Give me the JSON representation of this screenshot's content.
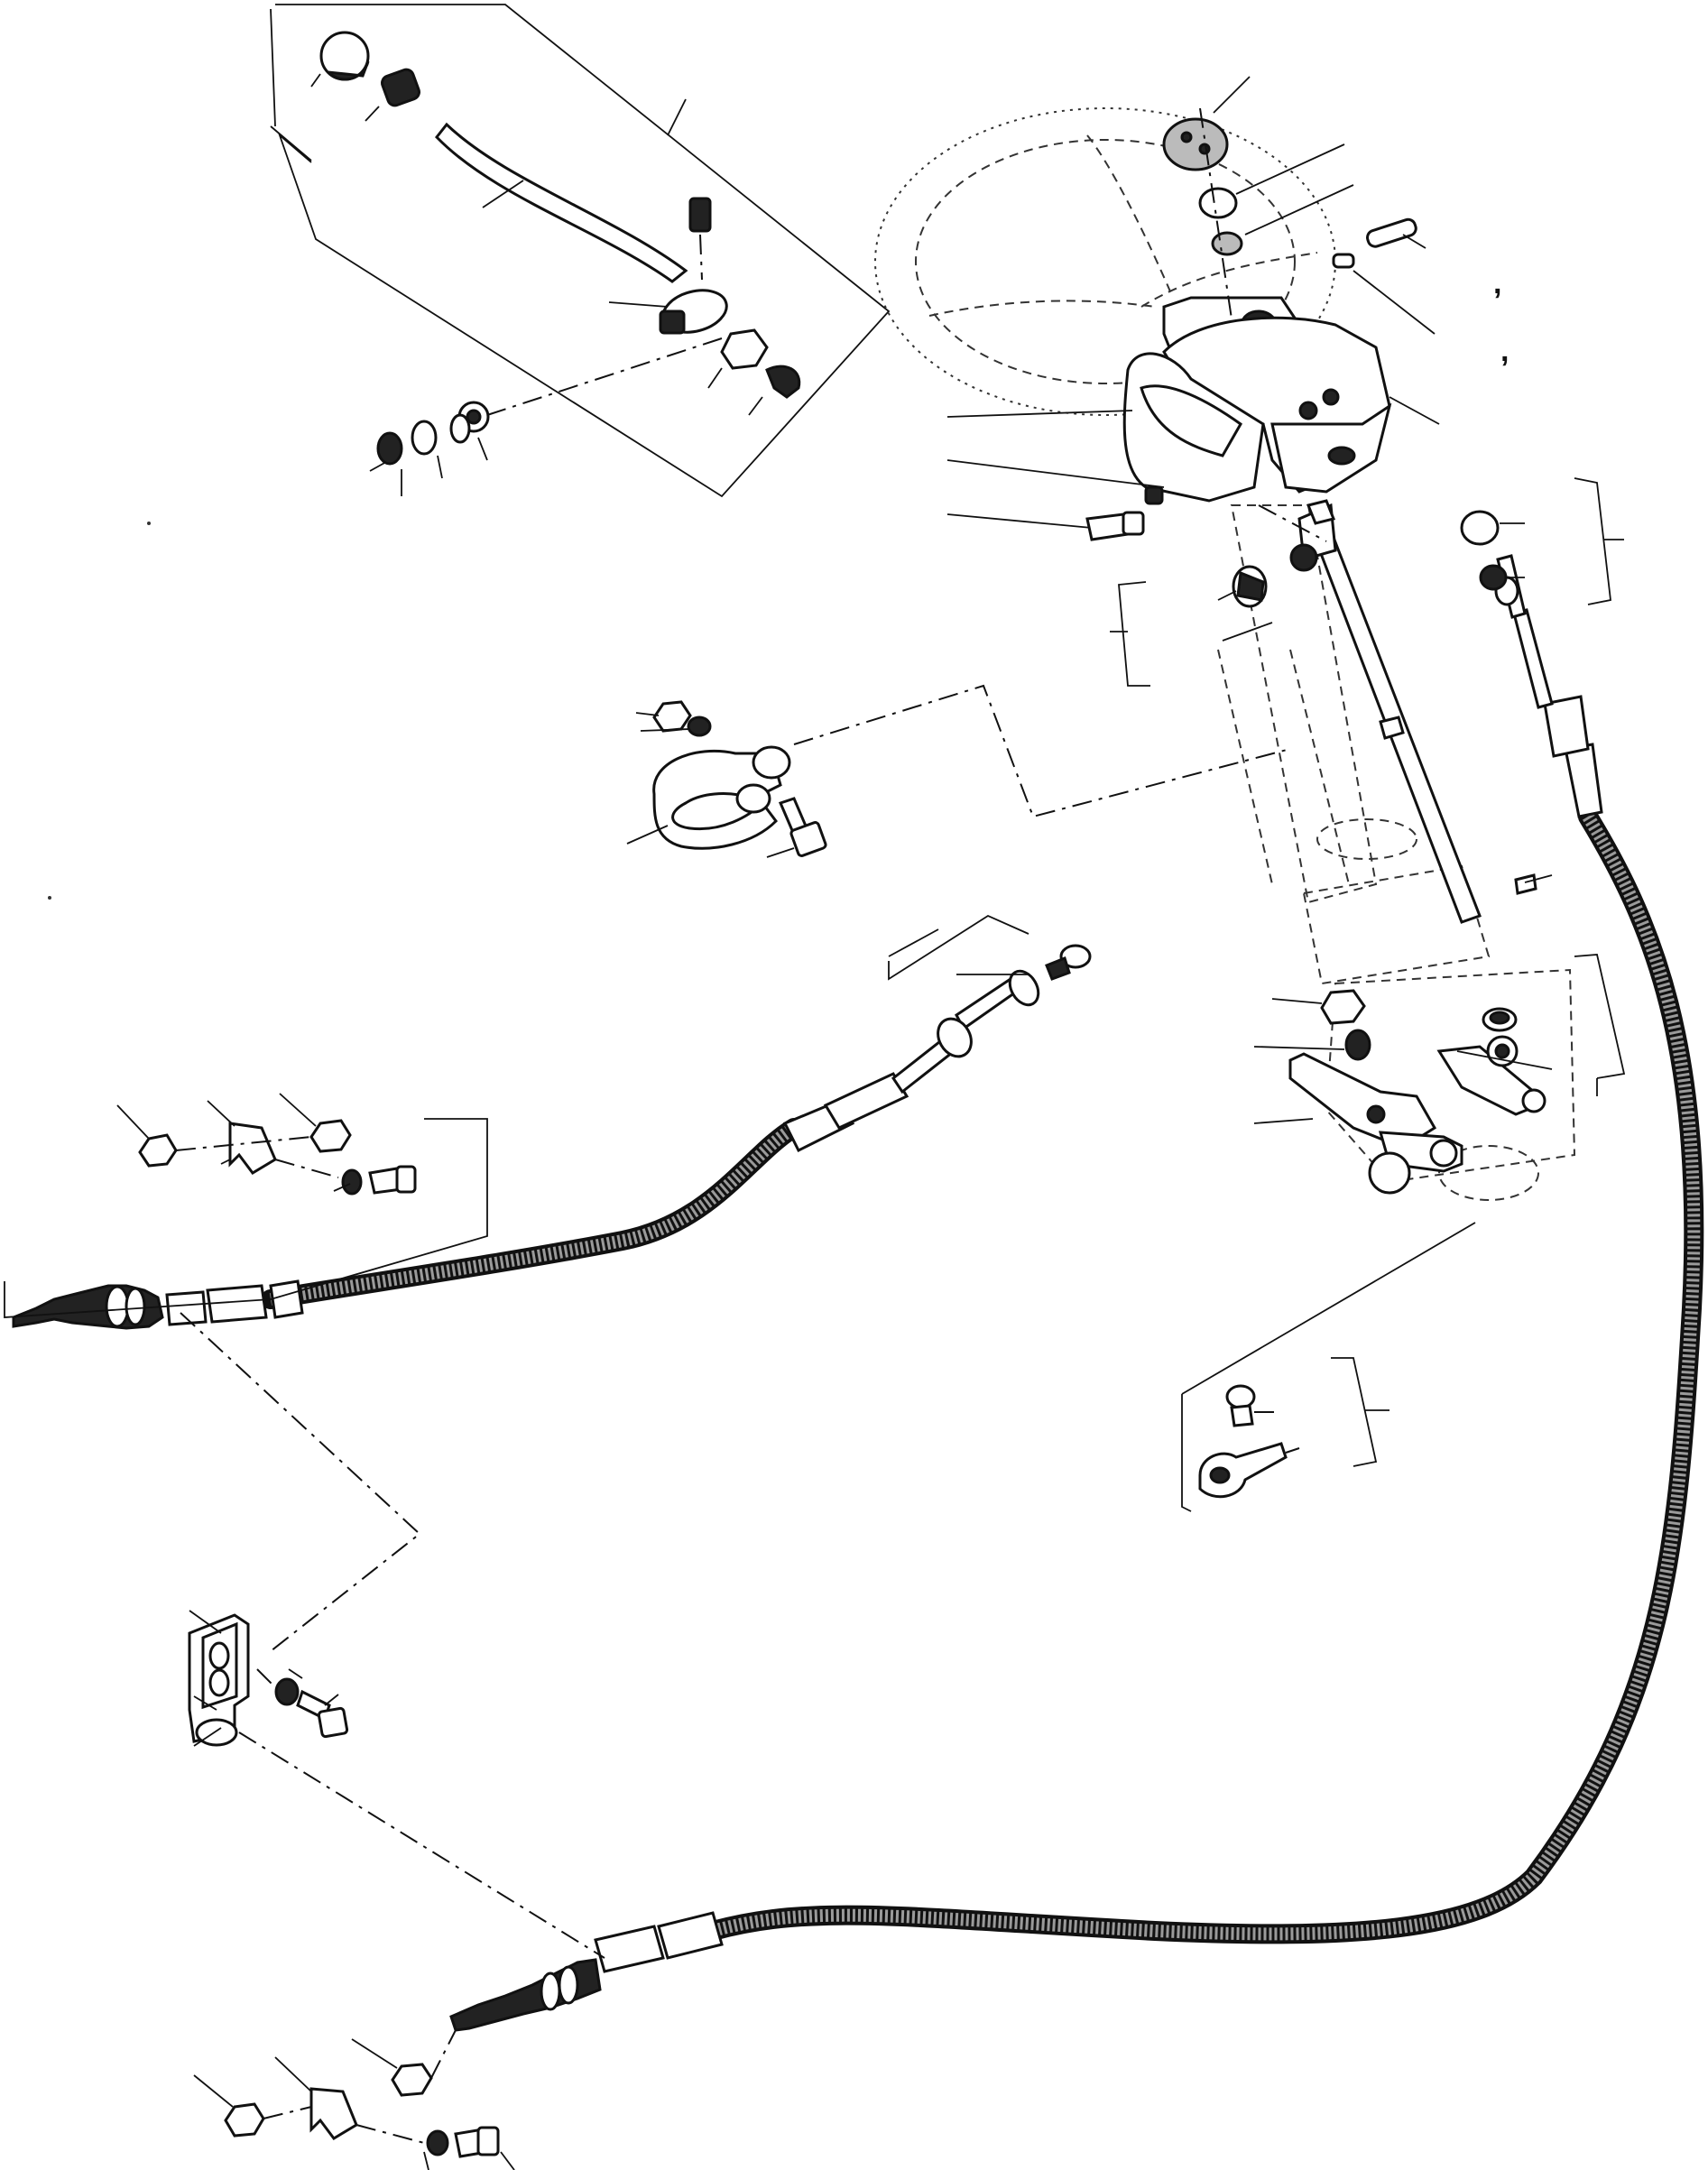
{
  "figure": {
    "background": "#ffffff",
    "ink": "#111111",
    "marks": [
      ",",
      ","
    ]
  },
  "parts": [
    {
      "name": "gear-knob",
      "kind": "knob"
    },
    {
      "name": "shift-lever-rod",
      "kind": "rod"
    },
    {
      "name": "lever-joint",
      "kind": "joint"
    },
    {
      "name": "steering-wheel",
      "kind": "wheel"
    },
    {
      "name": "steering-column",
      "kind": "column"
    },
    {
      "name": "column-clamp",
      "kind": "clamp"
    },
    {
      "name": "shift-cable-left",
      "kind": "cable"
    },
    {
      "name": "shift-cable-right",
      "kind": "cable"
    },
    {
      "name": "mounting-bracket",
      "kind": "bracket"
    }
  ]
}
